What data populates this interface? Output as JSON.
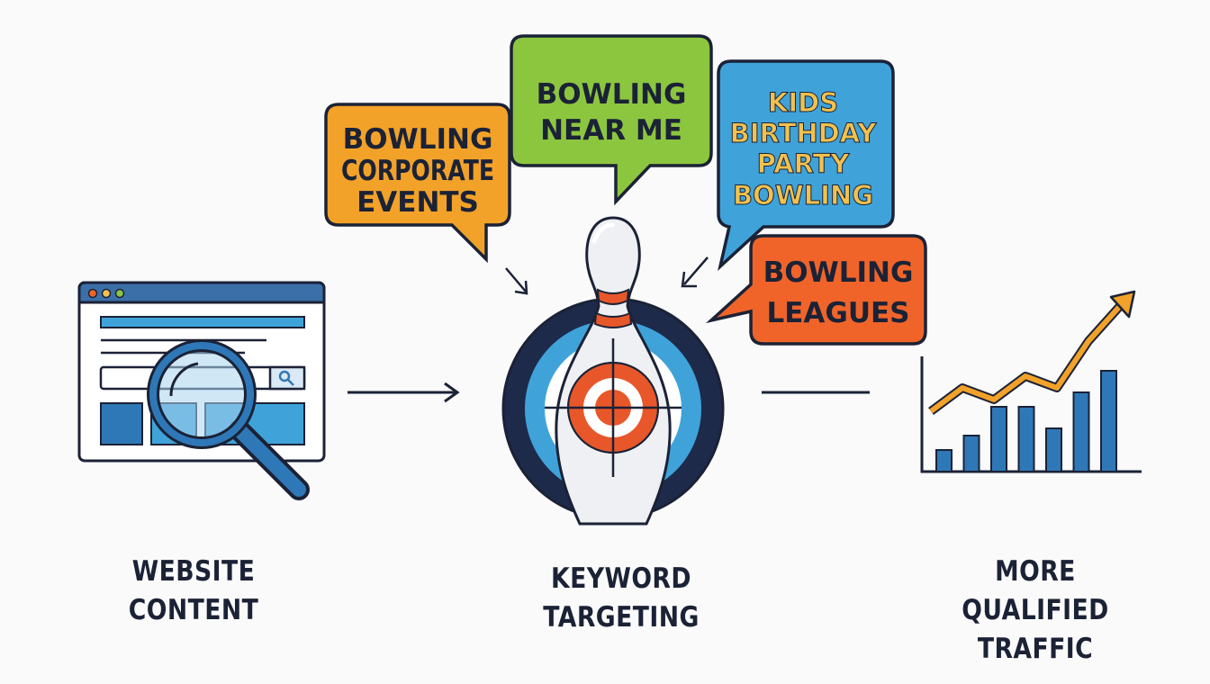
{
  "bubbles": {
    "corporate": {
      "lines": [
        "BOWLING",
        "CORPORATE",
        "EVENTS"
      ],
      "color": "#f2a229"
    },
    "near_me": {
      "lines": [
        "BOWLING",
        "NEAR ME"
      ],
      "color": "#8cc63f"
    },
    "kids": {
      "lines": [
        "KIDS",
        "BIRTHDAY",
        "PARTY",
        "BOWLING"
      ],
      "color": "#3fa3da",
      "text_color": "#f2c14e"
    },
    "leagues": {
      "lines": [
        "BOWLING",
        "LEAGUES"
      ],
      "color": "#f0642a"
    }
  },
  "stages": {
    "website": {
      "lines": [
        "WEBSITE",
        "CONTENT"
      ]
    },
    "keyword": {
      "lines": [
        "KEYWORD",
        "TARGETING"
      ]
    },
    "traffic": {
      "lines": [
        "MORE QUALIFIED",
        "TRAFFIC"
      ]
    }
  },
  "chart_data": {
    "type": "bar",
    "bar_values": [
      3,
      5,
      9,
      9,
      6,
      11,
      14
    ],
    "trend_values": [
      1,
      3,
      2,
      4,
      3,
      7,
      10
    ],
    "bar_color": "#2f78b7",
    "trend_color": "#f2a229"
  },
  "colors": {
    "outline": "#1b2236",
    "blue": "#2f78b7",
    "light_blue": "#3fa3da",
    "red": "#e8572a",
    "browser_frame": "#3b6fa8"
  },
  "icons": [
    "browser-window-icon",
    "magnifier-icon",
    "bowling-pin-icon",
    "target-icon",
    "trend-chart-icon"
  ]
}
